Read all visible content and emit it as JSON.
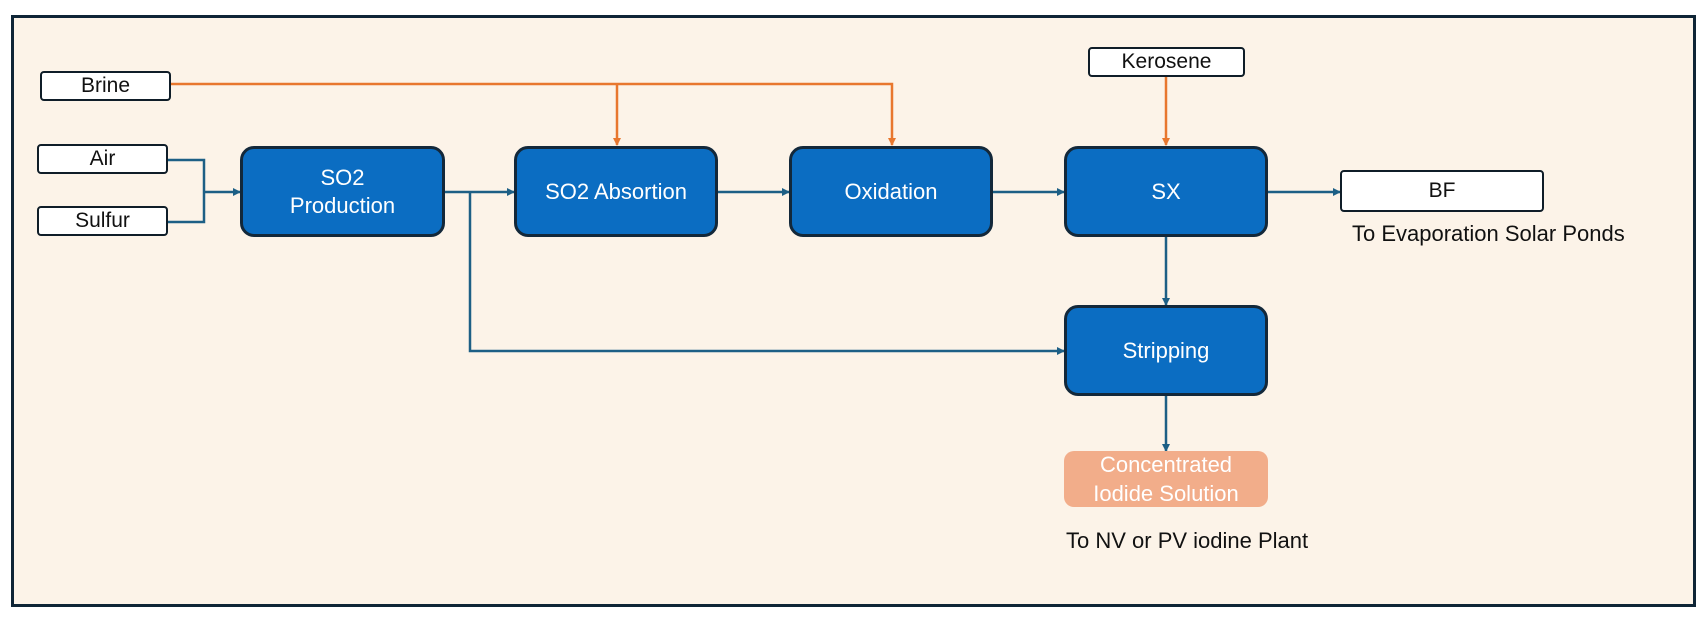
{
  "colors": {
    "background": "#fcf3e8",
    "process_fill": "#0b6dc2",
    "main_flow": "#1d5f85",
    "brine_flow": "#e8772e",
    "product_fill": "#f2ad8a"
  },
  "inputs": {
    "brine": "Brine",
    "air": "Air",
    "sulfur": "Sulfur",
    "kerosene": "Kerosene"
  },
  "processes": {
    "so2_production": "SO2\nProduction",
    "so2_absorption": "SO2 Absortion",
    "oxidation": "Oxidation",
    "sx": "SX",
    "stripping": "Stripping"
  },
  "outputs": {
    "bf": "BF",
    "bf_note": "To Evaporation Solar Ponds",
    "product": "Concentrated\nIodide Solution",
    "product_note": "To NV or PV iodine Plant"
  }
}
